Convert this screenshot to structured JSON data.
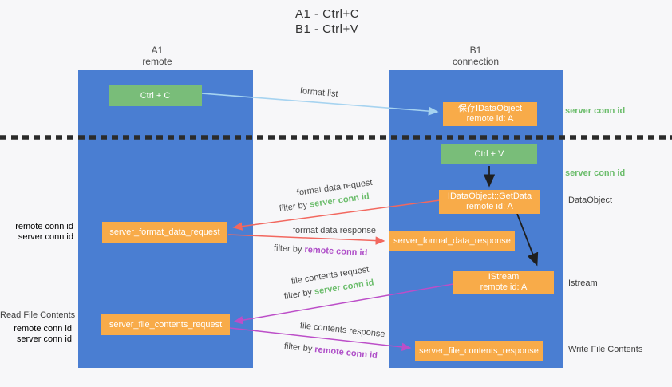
{
  "colors": {
    "background": "#F7F7F9",
    "column_blue": "#4A7ED2",
    "box_orange": "#F8AB49",
    "box_green": "#79BD79",
    "arrow_light_blue": "#A6D3F0",
    "arrow_red": "#F2685F",
    "arrow_magenta": "#BC4EC8",
    "arrow_black": "#1F1F1F",
    "text_green": "#6CBD6C",
    "text_purple": "#AF4FC8"
  },
  "title": {
    "line1": "A1 - Ctrl+C",
    "line2": "B1 - Ctrl+V"
  },
  "columns": {
    "a": {
      "id": "A1",
      "role": "remote"
    },
    "b": {
      "id": "B1",
      "role": "connection"
    }
  },
  "boxes": {
    "ctrl_c": {
      "label": "Ctrl + C"
    },
    "save_idataobject": {
      "line1": "保存IDataObject",
      "line2": "remote id: A"
    },
    "ctrl_v": {
      "label": "Ctrl + V"
    },
    "getdata": {
      "line1": "IDataObject::GetData",
      "line2": "remote id: A"
    },
    "format_request": {
      "label": "server_format_data_request"
    },
    "format_response": {
      "label": "server_format_data_response"
    },
    "istream": {
      "line1": "IStream",
      "line2": "remote id: A"
    },
    "file_request": {
      "label": "server_file_contents_request"
    },
    "file_response": {
      "label": "server_file_contents_response"
    }
  },
  "side_labels": {
    "server_conn_id_top": "server conn id",
    "server_conn_id_mid": "server conn id",
    "dataobject": "DataObject",
    "istream": "Istream",
    "read_file_contents": "Read File Contents",
    "write_file_contents": "Write File Contents",
    "format_left": {
      "remote": "remote conn id",
      "server": "server conn id"
    },
    "file_left": {
      "remote": "remote conn id",
      "server": "server conn id"
    }
  },
  "arrow_labels": {
    "format_list": "format list",
    "format_data_request": "format data request",
    "format_data_response": "format data response",
    "file_contents_request": "file contents request",
    "file_contents_response": "file contents response",
    "filter_request1": {
      "prefix": "filter by",
      "value": "server conn id"
    },
    "filter_response1": {
      "prefix": "filter by",
      "value": "remote conn id"
    },
    "filter_request2": {
      "prefix": "filter by",
      "value": "server conn id"
    },
    "filter_response2": {
      "prefix": "filter by",
      "value": "remote conn id"
    }
  }
}
